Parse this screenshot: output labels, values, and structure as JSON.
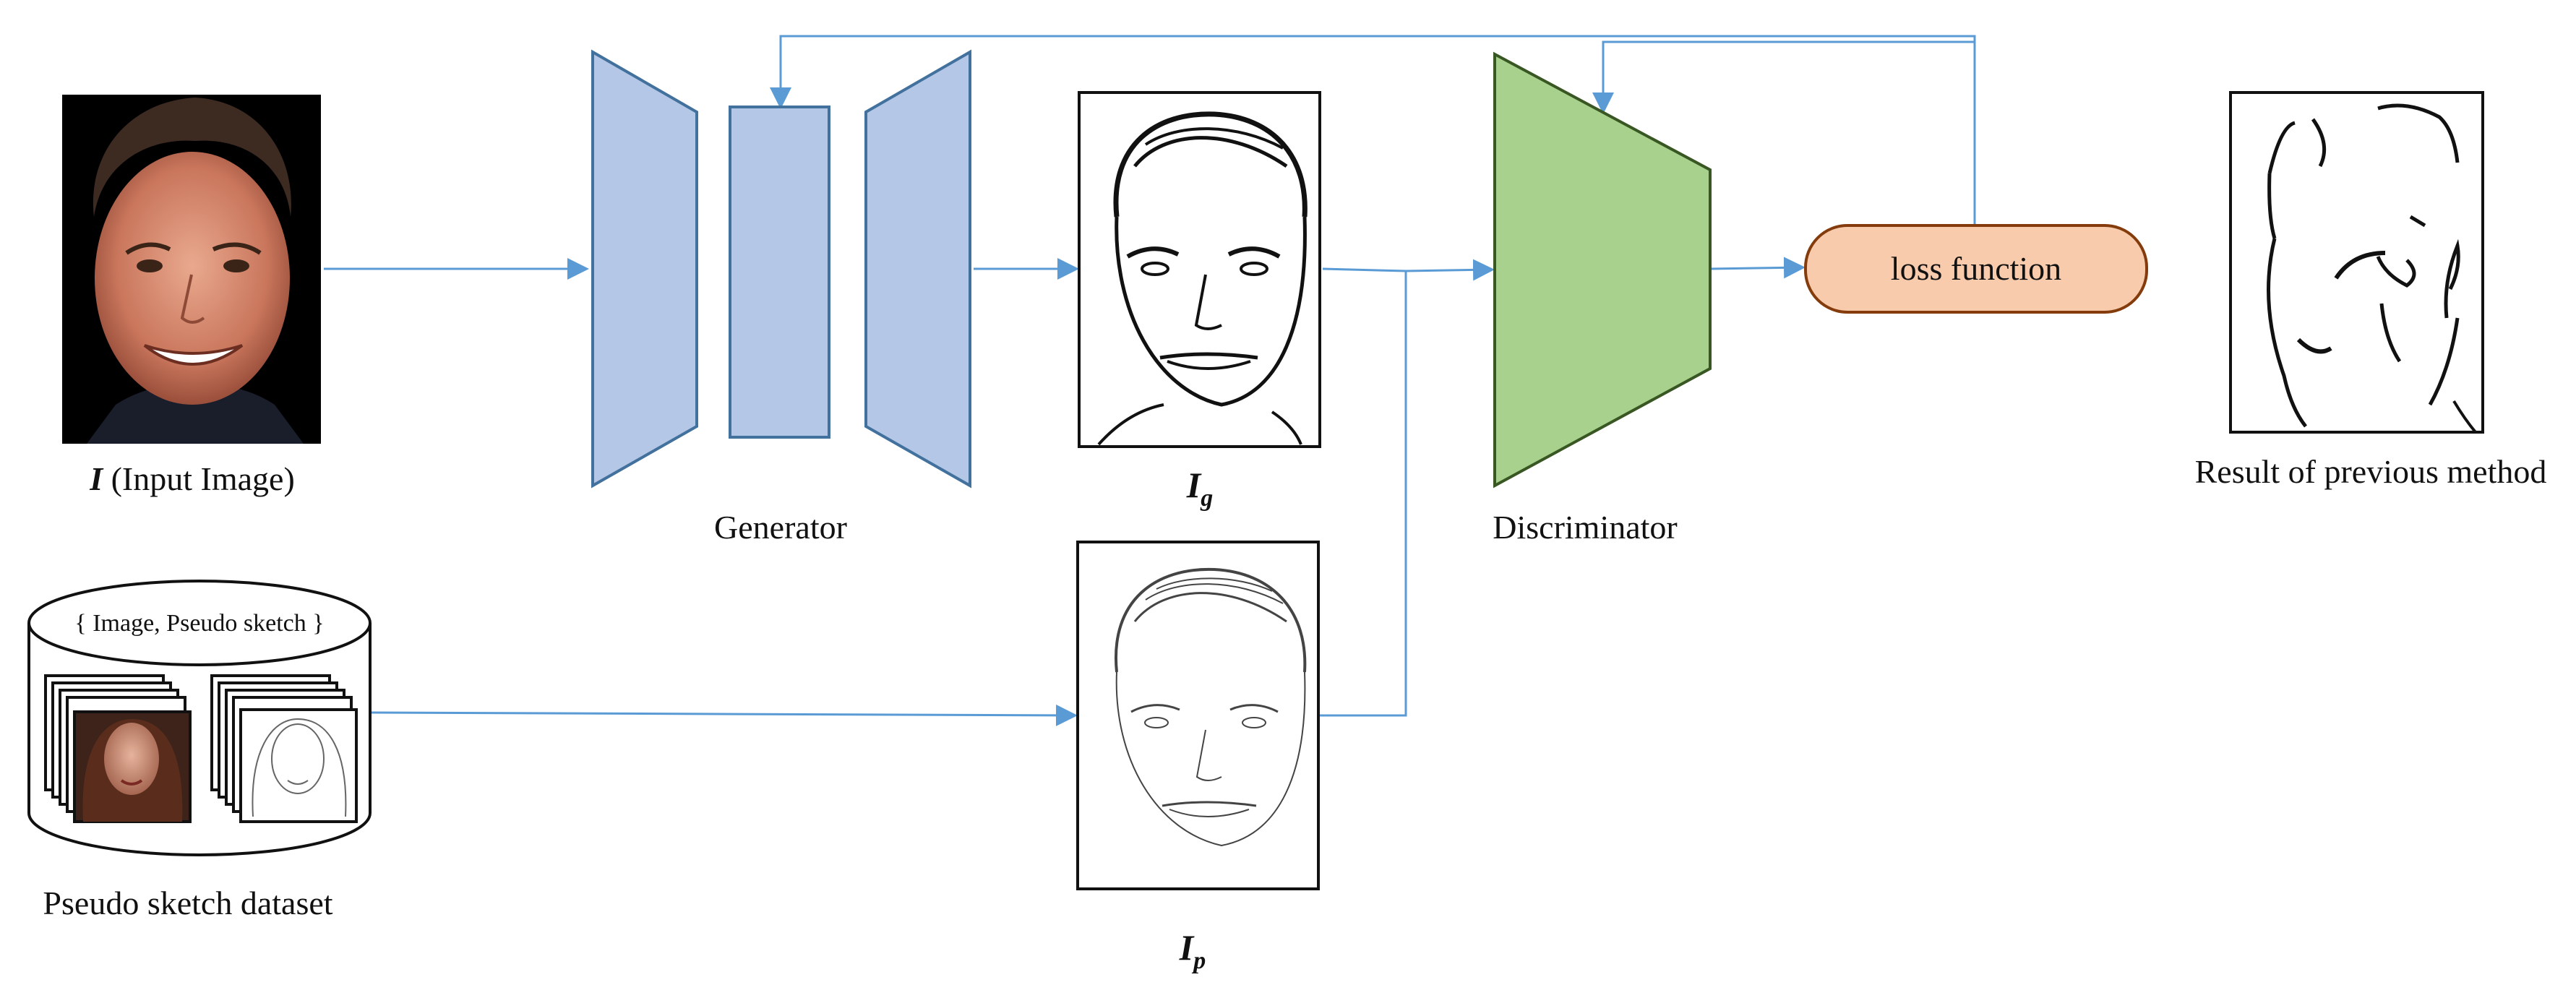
{
  "labels": {
    "input_image_symbol": "I",
    "input_image_text": " (Input Image)",
    "generator": "Generator",
    "generated_symbol": "I",
    "generated_subscript": "g",
    "pseudo_symbol": "I",
    "pseudo_subscript": "p",
    "discriminator": "Discriminator",
    "loss_function": "loss function",
    "previous_result": "Result of previous method",
    "dataset_header": "{ Image, Pseudo sketch }",
    "dataset_caption": "Pseudo sketch dataset"
  },
  "colors": {
    "generator_fill": "#b4c7e7",
    "generator_stroke": "#41719c",
    "discriminator_fill": "#a9d18e",
    "discriminator_stroke": "#385723",
    "loss_fill": "#f8cbad",
    "loss_stroke": "#843c0c",
    "arrow": "#5b9bd5"
  },
  "icons": {
    "input_photo": "portrait-photo-icon",
    "generated_sketch": "line-sketch-portrait-icon",
    "pseudo_sketch": "pencil-sketch-portrait-icon",
    "previous_result": "sparse-line-drawing-icon",
    "dataset": "database-cylinder-icon"
  }
}
